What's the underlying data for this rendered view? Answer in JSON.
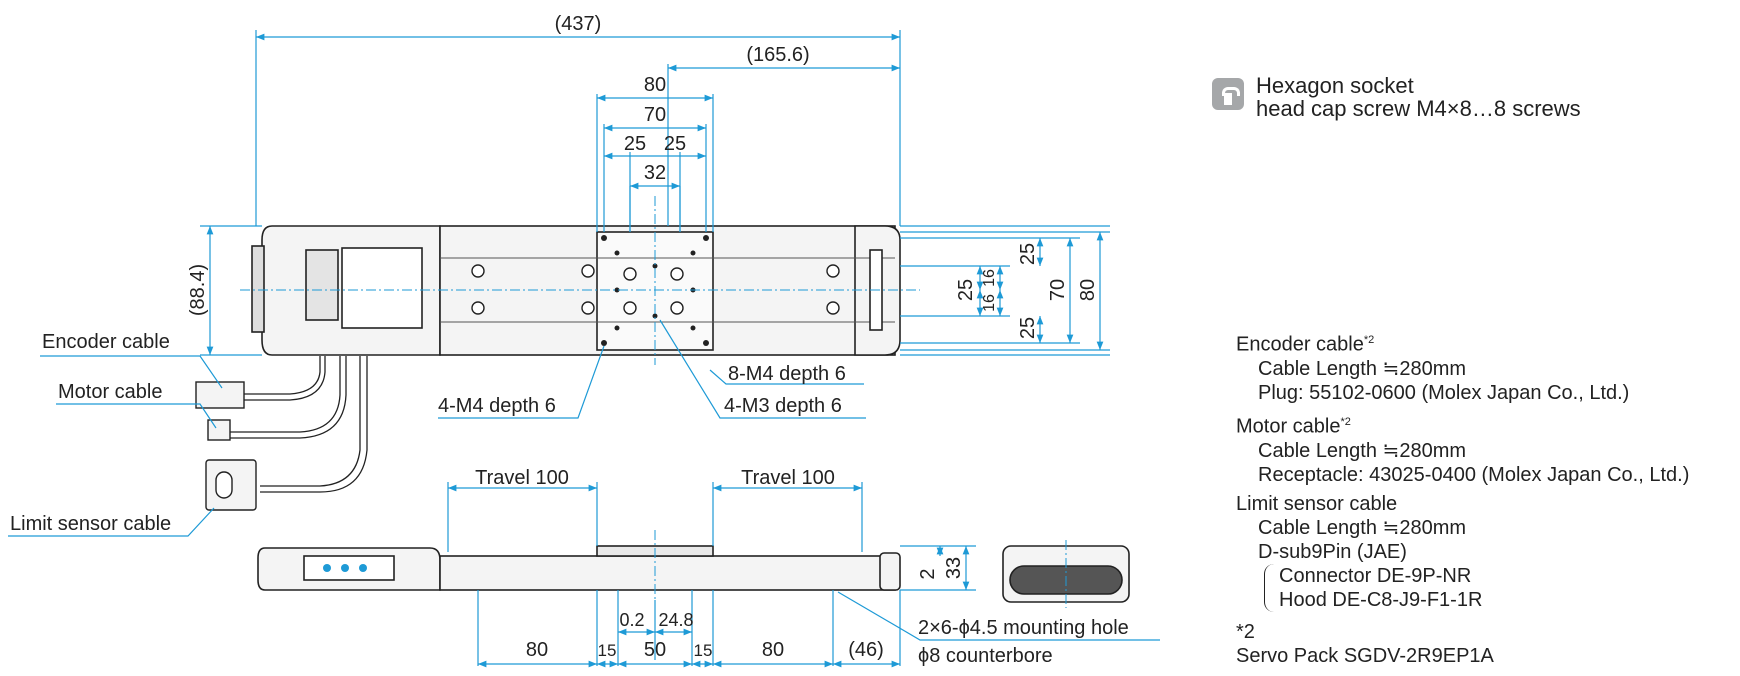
{
  "dimensions": {
    "overall_length": "(437)",
    "right_offset": "(165.6)",
    "table_width": "80",
    "hole_pitch_outer": "70",
    "hole_pitch_left": "25",
    "hole_pitch_right": "25",
    "hole_pitch_center": "32",
    "height_left": "(88.4)",
    "r_25a": "25",
    "r_16a": "16",
    "r_25b": "25",
    "r_16b": "16",
    "r_25c": "25",
    "r_70": "70",
    "r_80": "80",
    "travel_left": "Travel 100",
    "travel_right": "Travel 100",
    "side_2": "2",
    "side_33": "33",
    "b_80a": "80",
    "b_15a": "15",
    "b_0_2": "0.2",
    "b_50": "50",
    "b_24_8": "24.8",
    "b_15b": "15",
    "b_80b": "80",
    "b_46": "(46)"
  },
  "callouts": {
    "encoder_cable": "Encoder cable",
    "motor_cable": "Motor cable",
    "limit_sensor_cable": "Limit sensor cable",
    "m4_depth_left": "4-M4 depth 6",
    "m4_depth_right": "8-M4 depth 6",
    "m3_depth": "4-M3 depth 6",
    "mounting_hole": "2×6-ϕ4.5 mounting hole",
    "counterbore": "ϕ8 counterbore"
  },
  "legend": {
    "icon": "hex-socket-screw-icon",
    "line1": "Hexagon socket",
    "line2": "head cap screw M4×8…8 screws"
  },
  "notes": {
    "encoder_title": "Encoder cable",
    "encoder_sup": "*2",
    "encoder_len": "Cable Length ≒280mm",
    "encoder_plug": "Plug: 55102-0600 (Molex Japan Co., Ltd.)",
    "motor_title": "Motor cable",
    "motor_sup": "*2",
    "motor_len": "Cable Length ≒280mm",
    "motor_rec": "Receptacle: 43025-0400 (Molex Japan Co., Ltd.)",
    "limit_title": "Limit sensor cable",
    "limit_len": "Cable Length ≒280mm",
    "limit_dsub": "D-sub9Pin (JAE)",
    "limit_conn": "Connector DE-9P-NR",
    "limit_hood": "Hood DE-C8-J9-F1-1R",
    "footnote_mark": "*2",
    "footnote_text": "Servo Pack SGDV-2R9EP1A"
  },
  "colors": {
    "dimension": "#1e9ad6",
    "outline": "#222222",
    "fill": "#f4f4f4",
    "accent": "#a5a7a9"
  }
}
